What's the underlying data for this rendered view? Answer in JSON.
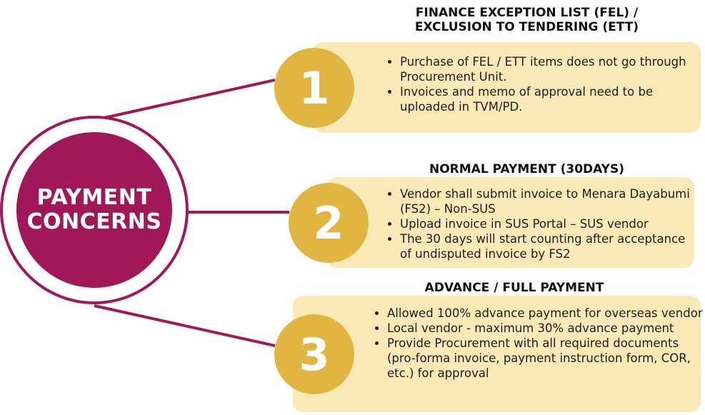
{
  "center": {
    "line1": "PAYMENT",
    "line2": "CONCERNS"
  },
  "colors": {
    "primary": "#a0185a",
    "badge": "#e1b541",
    "card": "#fbe9b8"
  },
  "items": [
    {
      "number": "1",
      "title_line1": "FINANCE EXCEPTION LIST (FEL) /",
      "title_line2": "EXCLUSION TO TENDERING (ETT)",
      "bullets": [
        "Purchase of FEL / ETT items does not go through Procurement Unit.",
        "Invoices and memo of approval need to be uploaded in TVM/PD."
      ]
    },
    {
      "number": "2",
      "title_line1": "NORMAL PAYMENT (30DAYS)",
      "bullets": [
        "Vendor shall submit invoice to Menara Dayabumi (FS2) – Non-SUS",
        "Upload invoice in SUS Portal – SUS vendor",
        "The 30 days will start counting after acceptance of undisputed invoice by FS2"
      ]
    },
    {
      "number": "3",
      "title_line1": "ADVANCE / FULL PAYMENT",
      "bullets": [
        "Allowed 100% advance payment for overseas vendor",
        "Local vendor - maximum 30% advance payment",
        "Provide Procurement with all required documents (pro-forma invoice, payment instruction form, COR, etc.) for approval"
      ]
    }
  ]
}
